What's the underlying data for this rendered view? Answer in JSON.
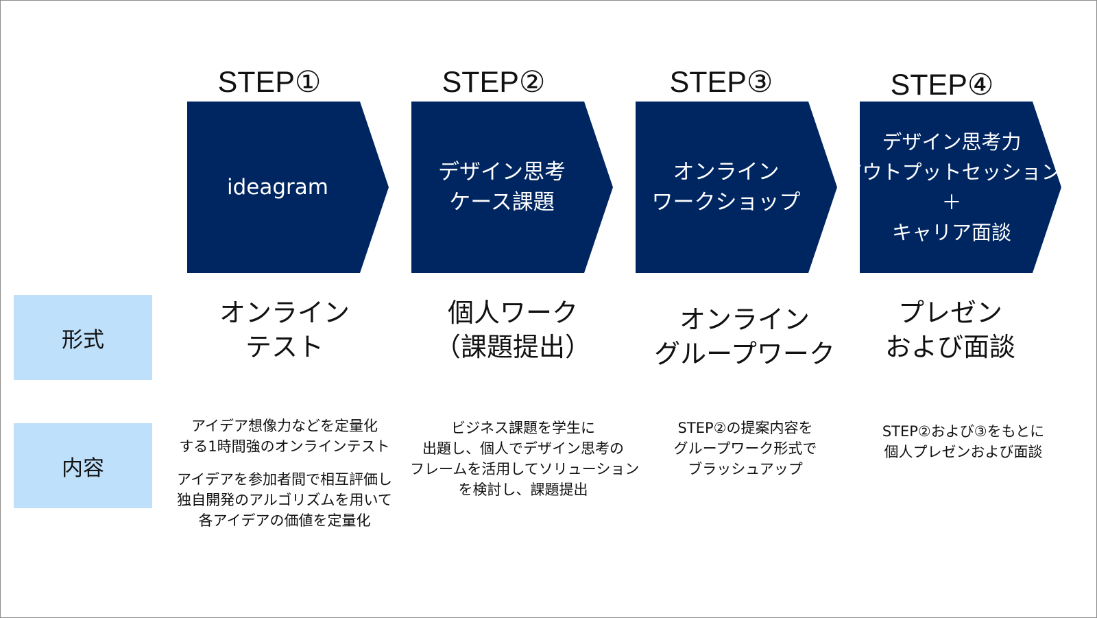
{
  "colors": {
    "chevron_fill": "#002661",
    "label_fill": "#bfe0fb",
    "text": "#111111",
    "chevron_text": "#ffffff"
  },
  "row_labels": {
    "format": "形式",
    "content": "内容"
  },
  "steps": [
    {
      "label": "STEP①",
      "chevron_lines": [
        "ideagram"
      ],
      "format_lines": [
        "オンライン",
        "テスト"
      ],
      "content_paragraphs": [
        [
          "アイデア想像力などを定量化",
          "する1時間強のオンラインテスト"
        ],
        [
          "アイデアを参加者間で相互評価し",
          "独自開発のアルゴリズムを用いて",
          "各アイデアの価値を定量化"
        ]
      ]
    },
    {
      "label": "STEP②",
      "chevron_lines": [
        "デザイン思考",
        "ケース課題"
      ],
      "format_lines": [
        "個人ワーク",
        "（課題提出）"
      ],
      "content_paragraphs": [
        [
          "ビジネス課題を学生に",
          "出題し、個人でデザイン思考の",
          "フレームを活用してソリューション",
          "を検討し、課題提出"
        ]
      ]
    },
    {
      "label": "STEP③",
      "chevron_lines": [
        "オンライン",
        "ワークショップ"
      ],
      "format_lines": [
        "オンライン",
        "グループワーク"
      ],
      "content_paragraphs": [
        [
          "STEP②の提案内容を",
          "グループワーク形式で",
          "ブラッシュアップ"
        ]
      ]
    },
    {
      "label": "STEP④",
      "chevron_lines": [
        "デザイン思考力",
        "アウトプットセッション",
        "＋",
        "キャリア面談"
      ],
      "format_lines": [
        "プレゼン",
        "および面談"
      ],
      "content_paragraphs": [
        [
          "STEP②および③をもとに",
          "個人プレゼンおよび面談"
        ]
      ]
    }
  ]
}
